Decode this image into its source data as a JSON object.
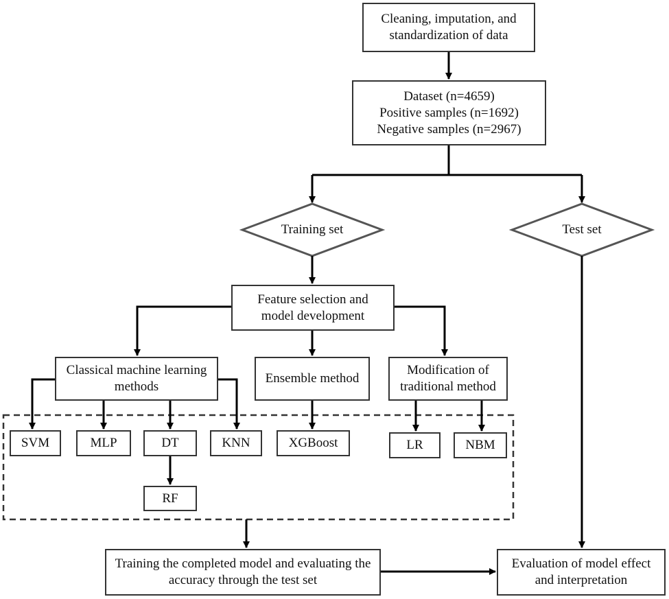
{
  "nodes": {
    "cleaning": {
      "lines": [
        "Cleaning, imputation, and",
        "standardization of data"
      ]
    },
    "dataset": {
      "lines": [
        "Dataset (n=4659)",
        "Positive samples (n=1692)",
        "Negative samples (n=2967)"
      ]
    },
    "training_set": {
      "label": "Training set"
    },
    "test_set": {
      "label": "Test set"
    },
    "feature_selection": {
      "lines": [
        "Feature selection and",
        "model development"
      ]
    },
    "classical_ml": {
      "lines": [
        "Classical machine learning",
        "methods"
      ]
    },
    "ensemble": {
      "label": "Ensemble method"
    },
    "modification": {
      "lines": [
        "Modification of",
        "traditional method"
      ]
    },
    "svm": {
      "label": "SVM"
    },
    "mlp": {
      "label": "MLP"
    },
    "dt": {
      "label": "DT"
    },
    "knn": {
      "label": "KNN"
    },
    "xgboost": {
      "label": "XGBoost"
    },
    "lr": {
      "label": "LR"
    },
    "nbm": {
      "label": "NBM"
    },
    "rf": {
      "label": "RF"
    },
    "training_complete": {
      "lines": [
        "Training the completed model and evaluating the",
        "accuracy through the test set"
      ]
    },
    "evaluation": {
      "lines": [
        "Evaluation of model effect",
        "and interpretation"
      ]
    }
  },
  "colors": {
    "stroke": "#333333",
    "arrow": "#000000"
  }
}
